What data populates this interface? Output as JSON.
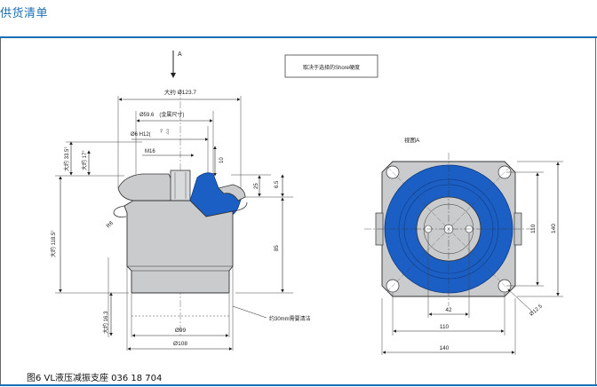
{
  "header": {
    "title": "供货清单"
  },
  "note_box": {
    "text": "取决于选择的Shore硬度"
  },
  "side_view": {
    "arrow_label": "A",
    "dim_outer_dia": "大约 Ø123.7",
    "dim_metal_dia": "Ø59.6　(金属尺寸)",
    "dim_bore_fit": "Ø6 H12(",
    "dim_bore_tol_top": "+0",
    "dim_bore_tol_bottom": "-0.2",
    "dim_thread": "M16",
    "dim_depth_10": "10",
    "dim_height_25": "25",
    "dim_height_65": "6.5",
    "dim_height_85": "85",
    "dim_total_height": "大约 118.5°",
    "dim_top_height": "大约 33.5°",
    "dim_angle_17": "大约 17°",
    "dim_bottom_height": "大约 16.3",
    "dim_r8": "R8",
    "dim_dia_99": "Ø99",
    "dim_dia_108": "Ø108",
    "note_clean": "约30mm需要清洁"
  },
  "top_view": {
    "label": "视图A",
    "dim_110_h": "110",
    "dim_140_h": "140",
    "dim_42": "42",
    "dim_110_v": "110",
    "dim_140_v": "140",
    "dim_hole": "Ø12.5"
  },
  "colors": {
    "accent": "#1a6fb4",
    "rubber_blue": "#1c5fc4",
    "metal_gray": "#c9cbcd"
  },
  "caption": {
    "text": "图6 VL液压减振支座 036 18 704"
  }
}
